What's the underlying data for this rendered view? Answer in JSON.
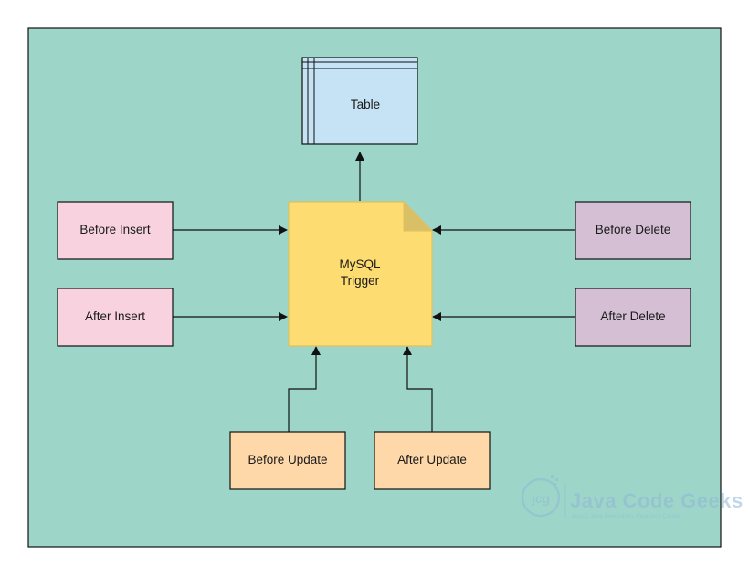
{
  "colors": {
    "background": "#9dd6c9",
    "table": "#c5e3f4",
    "trigger": "#fddc72",
    "trigger_fold": "#d9bf66",
    "insert": "#f8d3df",
    "delete": "#d5bfd5",
    "update": "#fed8a9",
    "line": "#111111"
  },
  "nodes": {
    "table": {
      "label": "Table"
    },
    "trigger": {
      "line1": "MySQL",
      "line2": "Trigger"
    },
    "before_insert": {
      "label": "Before Insert"
    },
    "after_insert": {
      "label": "After Insert"
    },
    "before_delete": {
      "label": "Before Delete"
    },
    "after_delete": {
      "label": "After Delete"
    },
    "before_update": {
      "label": "Before Update"
    },
    "after_update": {
      "label": "After Update"
    }
  },
  "watermark": {
    "icon": "jcg-logo-icon",
    "title": "Java Code Geeks",
    "tagline": "Java 2 Java Developers Resource Center"
  }
}
